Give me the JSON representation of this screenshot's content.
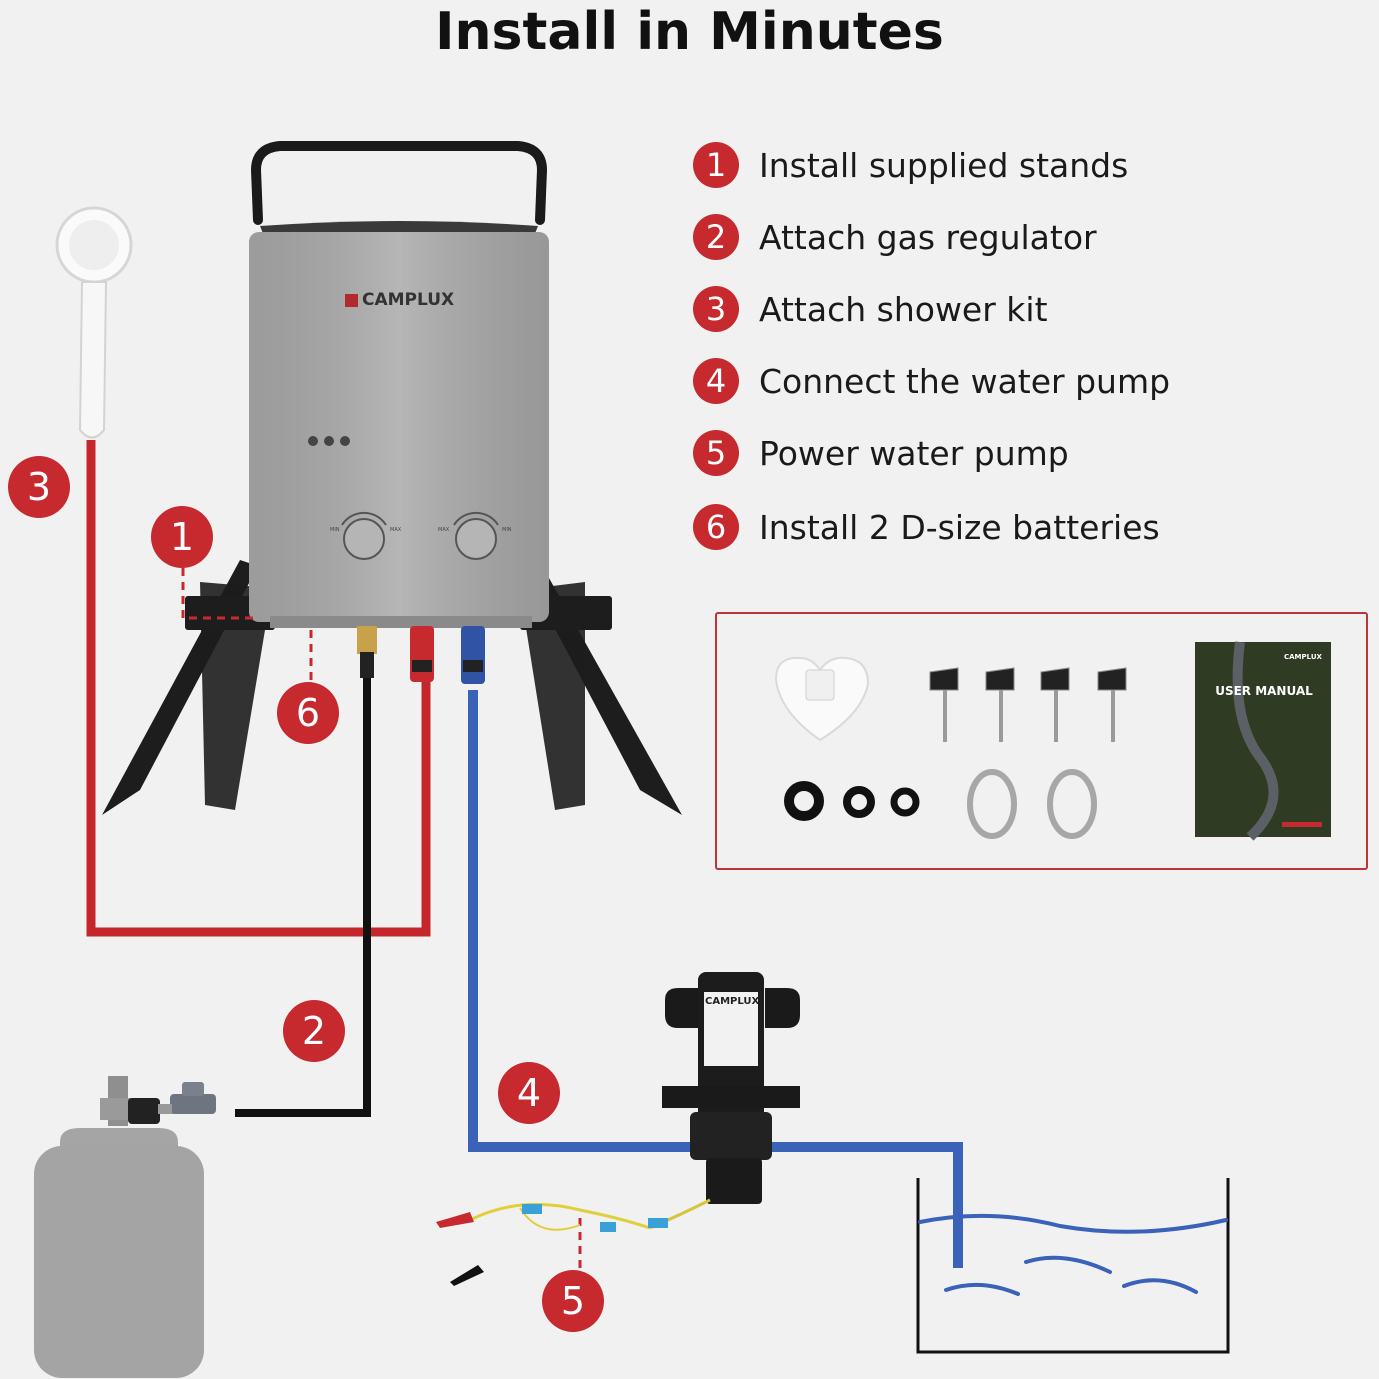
{
  "title": "Install in Minutes",
  "steps": [
    {
      "number": "1",
      "text": "Install supplied stands"
    },
    {
      "number": "2",
      "text": "Attach gas regulator"
    },
    {
      "number": "3",
      "text": "Attach shower kit"
    },
    {
      "number": "4",
      "text": "Connect the water pump"
    },
    {
      "number": "5",
      "text": "Power water pump"
    },
    {
      "number": "6",
      "text": "Install 2 D-size batteries"
    }
  ],
  "callouts": {
    "stands": "1",
    "gas_regulator": "2",
    "shower_kit": "3",
    "water_pump": "4",
    "pump_power": "5",
    "batteries": "6"
  },
  "heater": {
    "brand": "CAMPLUX",
    "left_knob": {
      "min": "MIN",
      "max": "MAX"
    },
    "right_knob": {
      "min": "MIN",
      "max": "MAX"
    }
  },
  "pump": {
    "brand": "CAMPLUX"
  },
  "kit": {
    "manual_title": "USER MANUAL",
    "manual_brand": "CAMPLUX"
  },
  "colors": {
    "accent_red": "#c62a2f",
    "hot_line": "#c4262b",
    "cold_line": "#3a62b8",
    "gas_line": "#111111",
    "heater_body": "#a9a9a9"
  }
}
